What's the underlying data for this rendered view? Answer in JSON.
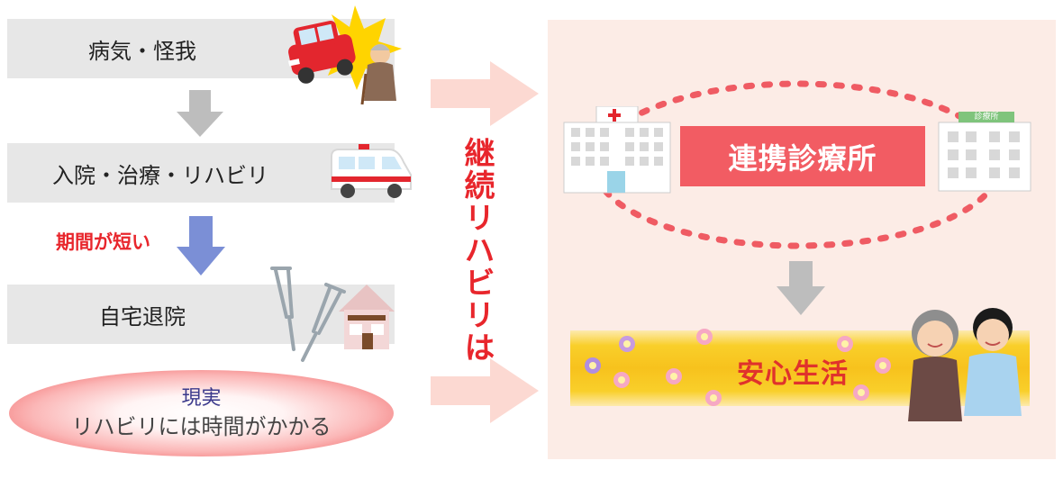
{
  "stages": [
    {
      "label": "病気・怪我"
    },
    {
      "label": "入院・治療・リハビリ"
    },
    {
      "label": "自宅退院"
    }
  ],
  "side_note": "期間が短い",
  "reality": {
    "title": "現実",
    "text": "リハビリには時間がかかる"
  },
  "vertical_label": "継続リハビリは",
  "right": {
    "clinic_center": "連携診療所",
    "clinic_sign": "診療所",
    "result": "安心生活"
  },
  "icons": {
    "accident": "car-accident-elderly-icon",
    "ambulance": "ambulance-icon",
    "crutches": "crutches-icon",
    "house": "house-icon",
    "hospital": "hospital-building-icon",
    "clinic": "clinic-building-icon",
    "people": "elderly-and-caregiver-icon",
    "flower": "flower-icon"
  },
  "colors": {
    "accent_red": "#e8262c",
    "clinic_red": "#f25c63",
    "down_arrow_blue": "#7b8fd6",
    "down_arrow_gray": "#bdbdbd",
    "right_arrow_pink": "#fcd9d2",
    "panel_bg": "#fcece6",
    "band_yellow": "#f7c21d"
  }
}
